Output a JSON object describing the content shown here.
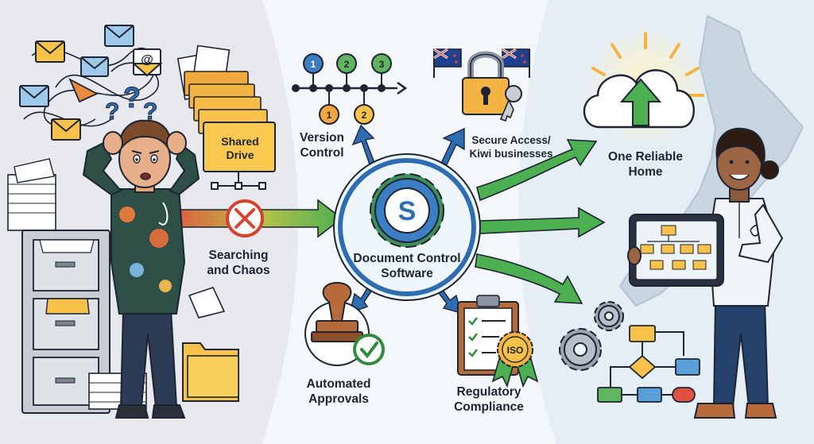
{
  "labels": {
    "shared_drive": [
      "Shared",
      "Drive"
    ],
    "searching_chaos": [
      "Searching",
      "and Chaos"
    ],
    "version_control": [
      "Version",
      "Control"
    ],
    "secure_access": [
      "Secure Access/",
      "Kiwi businesses"
    ],
    "one_reliable_home": [
      "One Reliable",
      "Home"
    ],
    "hub": [
      "Document Control",
      "Software"
    ],
    "automated_approvals": [
      "Automated",
      "Approvals"
    ],
    "regulatory_compliance": [
      "Regulatory",
      "Compliance"
    ]
  },
  "timeline_numbers": {
    "top": [
      "1",
      "2",
      "3"
    ],
    "bottom": [
      "1",
      "2"
    ]
  },
  "hub_letter": "S",
  "email_at_symbol": "@",
  "question_marks": [
    "?",
    "?",
    "?"
  ],
  "iso_badge": "ISO",
  "colors": {
    "green_arrow": "#4caf50",
    "red_arrow": "#e0513f",
    "blue": "#2f6db3",
    "folder": "#f7c14a",
    "outline": "#1d2433",
    "background_left": "#e7e9ee",
    "background_right": "#dbe7f0"
  }
}
